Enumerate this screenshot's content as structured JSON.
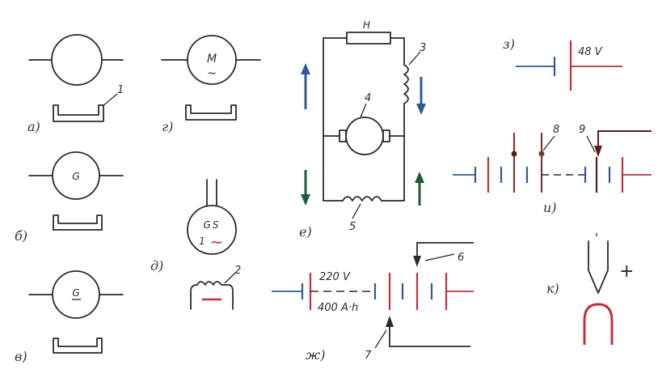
{
  "colors": {
    "line": "#2a2a2a",
    "red": "#c0303a",
    "blue": "#2f5a96",
    "dark_red": "#5a1a1a",
    "brown": "#7a3a3a",
    "green": "#1f5a3a"
  },
  "panels": {
    "a": {
      "label": "а)",
      "callout": "1"
    },
    "b": {
      "label": "б)",
      "symbol": "G"
    },
    "v": {
      "label": "в)",
      "symbol": "G"
    },
    "g": {
      "label": "г)",
      "symbol": "M",
      "wave": "~"
    },
    "d": {
      "label": "д)",
      "symbol_line1": "GS",
      "symbol_line2_num": "1",
      "symbol_line2_wave": "~",
      "callout": "2"
    },
    "e": {
      "label": "е)",
      "resistor": "H",
      "coil_callout": "3",
      "motor_callout": "4",
      "lower_coil_callout": "5"
    },
    "zh": {
      "label": "ж)",
      "voltage": "220 V",
      "capacity": "400 A·h",
      "callout_top": "6",
      "callout_bottom": "7"
    },
    "z": {
      "label": "з)",
      "voltage": "48 V"
    },
    "i": {
      "label": "и)",
      "callout_8": "8",
      "callout_9": "9"
    },
    "k": {
      "label": "к)",
      "plus": "+"
    }
  }
}
